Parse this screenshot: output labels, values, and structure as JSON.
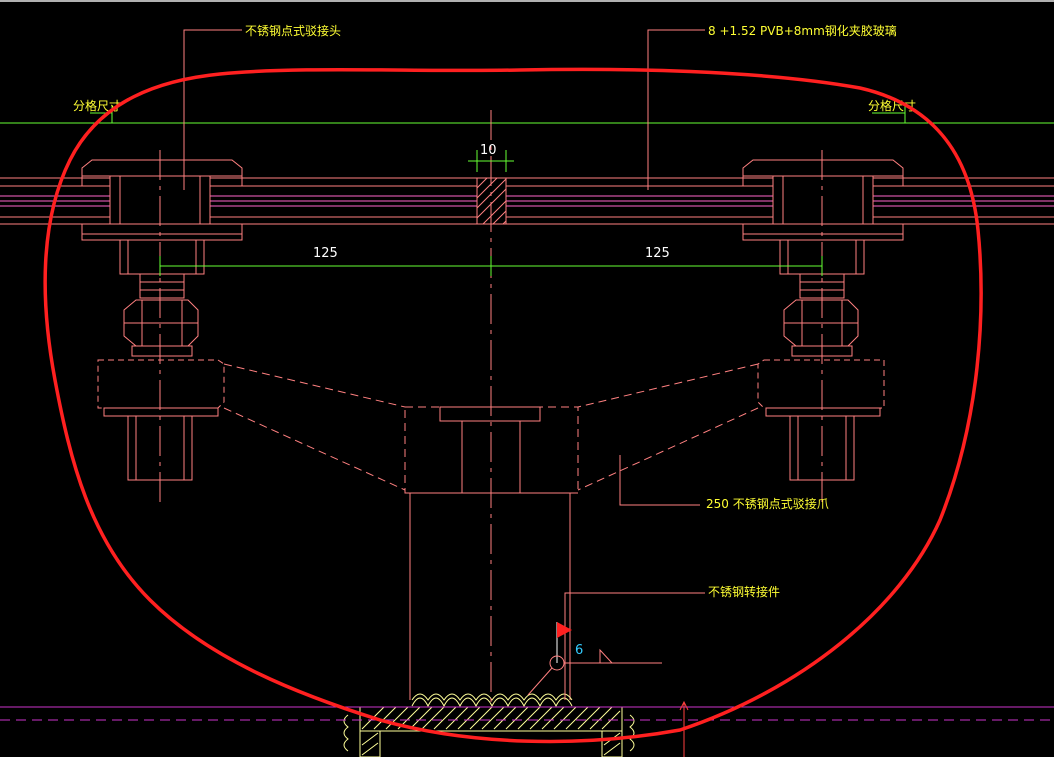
{
  "annotations": {
    "connector_label": "不锈钢点式驳接头",
    "glass_label": "8 +1.52 PVB+8mm钢化夹胶玻璃",
    "grid_left": "分格尺寸",
    "grid_right": "分格尺寸",
    "claw_label": "250 不锈钢点式驳接爪",
    "adapter_label": "不锈钢转接件"
  },
  "dimensions": {
    "gap": "10",
    "left_span": "125",
    "right_span": "125"
  },
  "weld": {
    "size": "6"
  },
  "colors": {
    "background": "#000000",
    "drawing": "#ff8080",
    "annotation_text": "#ffff33",
    "dimension_line": "#66ff33",
    "markup": "#ff2020",
    "glass_interlayer": "#ff66cc",
    "weld_text": "#33ccff"
  }
}
